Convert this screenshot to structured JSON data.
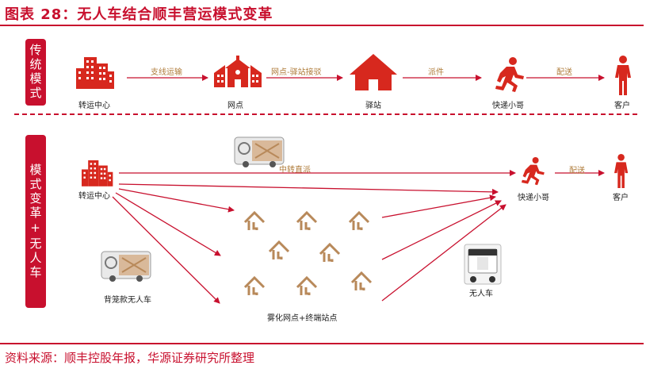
{
  "title": "图表 28：无人车结合顺丰营运模式变革",
  "source": "资料来源：顺丰控股年报，华源证券研究所整理",
  "sections": {
    "traditional": "传统模式",
    "reform": "模式变革+无人车"
  },
  "traditional_flow": {
    "nodes": [
      "转运中心",
      "网点",
      "驿站",
      "快递小哥",
      "客户"
    ],
    "edges": [
      "支线运输",
      "网点-驿站接驳",
      "派件",
      "配送"
    ]
  },
  "reform_flow": {
    "transfer_center": "转运中心",
    "direct": "中转直派",
    "courier": "快递小哥",
    "delivery": "配送",
    "customer": "客户",
    "dispersed": "雾化网点+终端站点",
    "cage_vehicle": "背笼款无人车",
    "vehicle": "无人车"
  },
  "colors": {
    "accent": "#c8102e",
    "label": "#b07d3c",
    "house": "#b8895a"
  },
  "icons": [
    "building-icon",
    "school-icon",
    "house-icon",
    "runner-icon",
    "person-icon",
    "van-icon",
    "delivery-robot-icon"
  ]
}
